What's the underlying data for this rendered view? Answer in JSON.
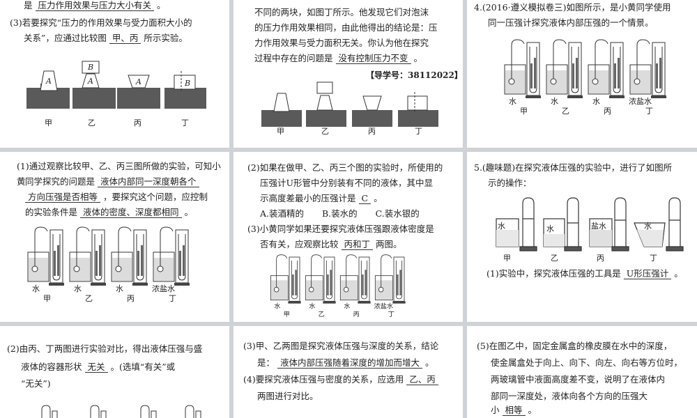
{
  "card1": {
    "line1_pre": "是",
    "line1_ans": "压力作用效果与压力大小有关",
    "line1_post": "。",
    "q3_a": "(3)若要探究“压力的作用效果与受力面积大小的",
    "q3_b": "关系”，应通过比较图",
    "q3_ans": "甲、丙",
    "q3_c": "所示实验。",
    "fig_labels": [
      "甲",
      "乙",
      "丙",
      "丁"
    ],
    "block_labels": [
      "A",
      "B",
      "A",
      "A",
      "B"
    ]
  },
  "card2": {
    "l1": "不同的两块，如图丁所示。他发现它们对泡沫",
    "l2": "的压力作用效果相同，由此他得出的结论是：压",
    "l3": "力作用效果与受力面积无关。你认为他在探究",
    "l4_pre": "过程中存在的问题是",
    "l4_ans": "没有控制压力不变",
    "l4_post": "。",
    "ref": "【导学号：38112022】",
    "fig_labels": [
      "甲",
      "乙",
      "丙",
      "丁"
    ]
  },
  "card3": {
    "q4_a": "4.(2016·遵义模拟卷三)如图所示，是小黄同学使用",
    "q4_b": "同一压强计探究液体内部压强的一个情景。",
    "liquids": [
      "水",
      "水",
      "水",
      "浓盐水"
    ],
    "fig_labels": [
      "甲",
      "乙",
      "丙",
      "丁"
    ]
  },
  "card4": {
    "l1": "(1)通过观察比较甲、乙、丙三图所做的实验，可知小黄",
    "l2_pre": "同学探究的问题是",
    "l2_ans": "液体内部同一深度朝各个",
    "l3_ans": "方向压强是否相等",
    "l3_post": "，要探究这个问题，应控制",
    "l4_pre": "的实验条件是",
    "l4_ans": "液体的密度、深度都相同",
    "l4_post": "。",
    "liquids": [
      "水",
      "水",
      "水",
      "浓盐水"
    ],
    "fig_labels": [
      "甲",
      "乙",
      "丙",
      "丁"
    ]
  },
  "card5": {
    "l1": "(2)如果在做甲、乙、丙三个图的实验时，所使用的",
    "l2": "压强计U形管中分别装有不同的液体，其中显",
    "l3_pre": "示高度差最小的压强计是",
    "l3_ans": "C",
    "l3_post": "。",
    "options": [
      "A.装酒精的",
      "B.装水的",
      "C.装水银的"
    ],
    "l5": "(3)小黄同学如果还要探究液体压强跟液体密度是",
    "l6_pre": "否有关，应观察比较",
    "l6_ans": "丙和丁",
    "l6_post": "两图。",
    "liquids": [
      "水",
      "水",
      "水",
      "浓盐水"
    ],
    "fig_labels": [
      "甲",
      "乙",
      "丙",
      "丁"
    ]
  },
  "card6": {
    "q5_a": "5.(趣味题)在探究液体压强的实验中，进行了如图所",
    "q5_b": "示的操作：",
    "liquids": [
      "水",
      "水",
      "盐水",
      "水"
    ],
    "fig_labels": [
      "甲",
      "乙",
      "丙",
      "丁"
    ],
    "l_pre": "(1)实验中，探究液体压强的工具是",
    "l_ans": "U形压强计",
    "l_post": "。"
  },
  "card7": {
    "l1": "(2)由丙、丁两图进行实验对比，得出液体压强与盛",
    "l2_pre": "液体的容器形状",
    "l2_ans": "无关",
    "l2_post": "。(选填“有关”或",
    "l3": "“无关”)"
  },
  "card8": {
    "l1": "(3)甲、乙两图是探究液体压强与深度的关系，结论",
    "l2_pre": "是：",
    "l2_ans": "液体内部压强随着深度的增加而增大",
    "l2_post": "。",
    "l3_pre": "(4)要探究液体压强与密度的关系，应选用",
    "l3_ans": "乙、丙",
    "l4": "两图进行对比。"
  },
  "card9": {
    "l1": "(5)在图乙中，固定金属盒的橡皮膜在水中的深度，",
    "l2": "使金属盒处于向上、向下、向左、向右等方位时，",
    "l3": "两玻璃管中液面高度差不变，说明了在液体内",
    "l4": "部同一深度处，液体向各个方向的压强大",
    "l5_pre": "小",
    "l5_ans": "相等",
    "l5_post": "。"
  }
}
